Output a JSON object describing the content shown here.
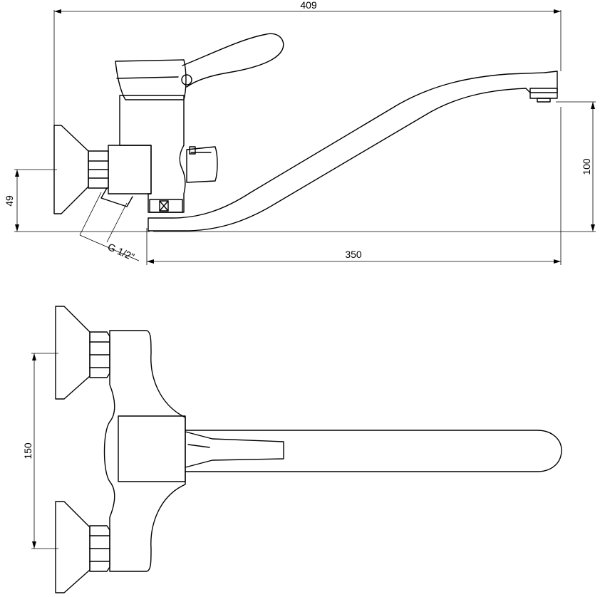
{
  "side_view": {
    "overall_length": "409",
    "wall_to_inlet_axis": "49",
    "spout_height": "100",
    "spout_reach": "350",
    "thread": "G 1/2\""
  },
  "top_view": {
    "inlet_spacing": "150"
  }
}
